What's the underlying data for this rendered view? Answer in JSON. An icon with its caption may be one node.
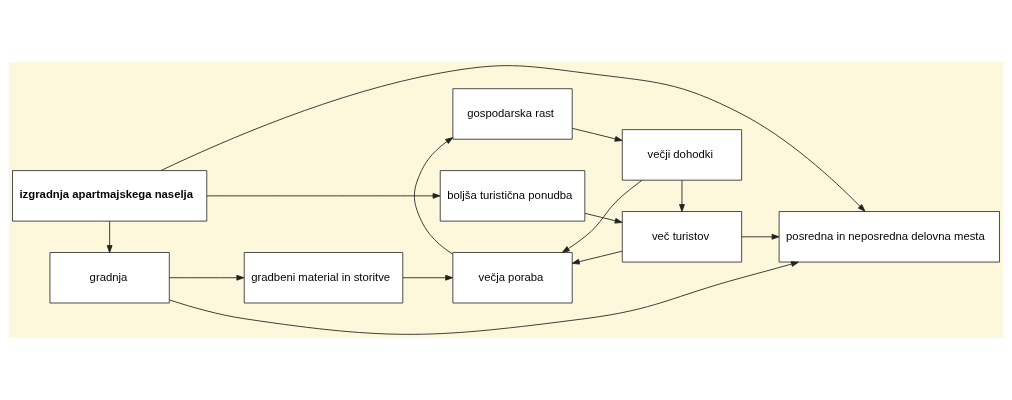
{
  "diagram": {
    "nodes": [
      {
        "text": [
          "gradnja"
        ]
      },
      {
        "text": [
          "gradbeni material in storitve"
        ]
      },
      {
        "text": [
          "posredna in neposredna delovna mesta"
        ]
      },
      {
        "text": [
          "izgradnja apartmajskega naselja"
        ]
      },
      {
        "text": [
          "boljša turistična ponudba"
        ]
      },
      {
        "text": [
          "več turistov"
        ]
      },
      {
        "text": [
          "večja poraba"
        ]
      },
      {
        "text": [
          "večji dohodki"
        ]
      },
      {
        "text": [
          "gospodarska rast"
        ]
      }
    ],
    "edges": [
      {
        "from": 3,
        "to": 0,
        "arrow": "to"
      },
      {
        "from": 0,
        "to": 1,
        "arrow": "to"
      },
      {
        "from": 0,
        "to": 2,
        "arrow": "to"
      },
      {
        "from": 3,
        "to": 2,
        "arrow": "to"
      },
      {
        "from": 3,
        "to": 4,
        "arrow": "to"
      },
      {
        "from": 4,
        "to": 5,
        "arrow": "to"
      },
      {
        "from": 5,
        "to": 2,
        "arrow": "to"
      },
      {
        "from": 5,
        "to": 6,
        "arrow": "to"
      },
      {
        "from": 1,
        "to": 6,
        "arrow": "to"
      },
      {
        "from": 7,
        "to": 5,
        "arrow": "to"
      },
      {
        "from": 7,
        "to": 6,
        "arrow": "to"
      },
      {
        "from": 6,
        "to": 8,
        "arrow": "to"
      },
      {
        "from": 8,
        "to": 7,
        "arrow": "to"
      }
    ]
  }
}
